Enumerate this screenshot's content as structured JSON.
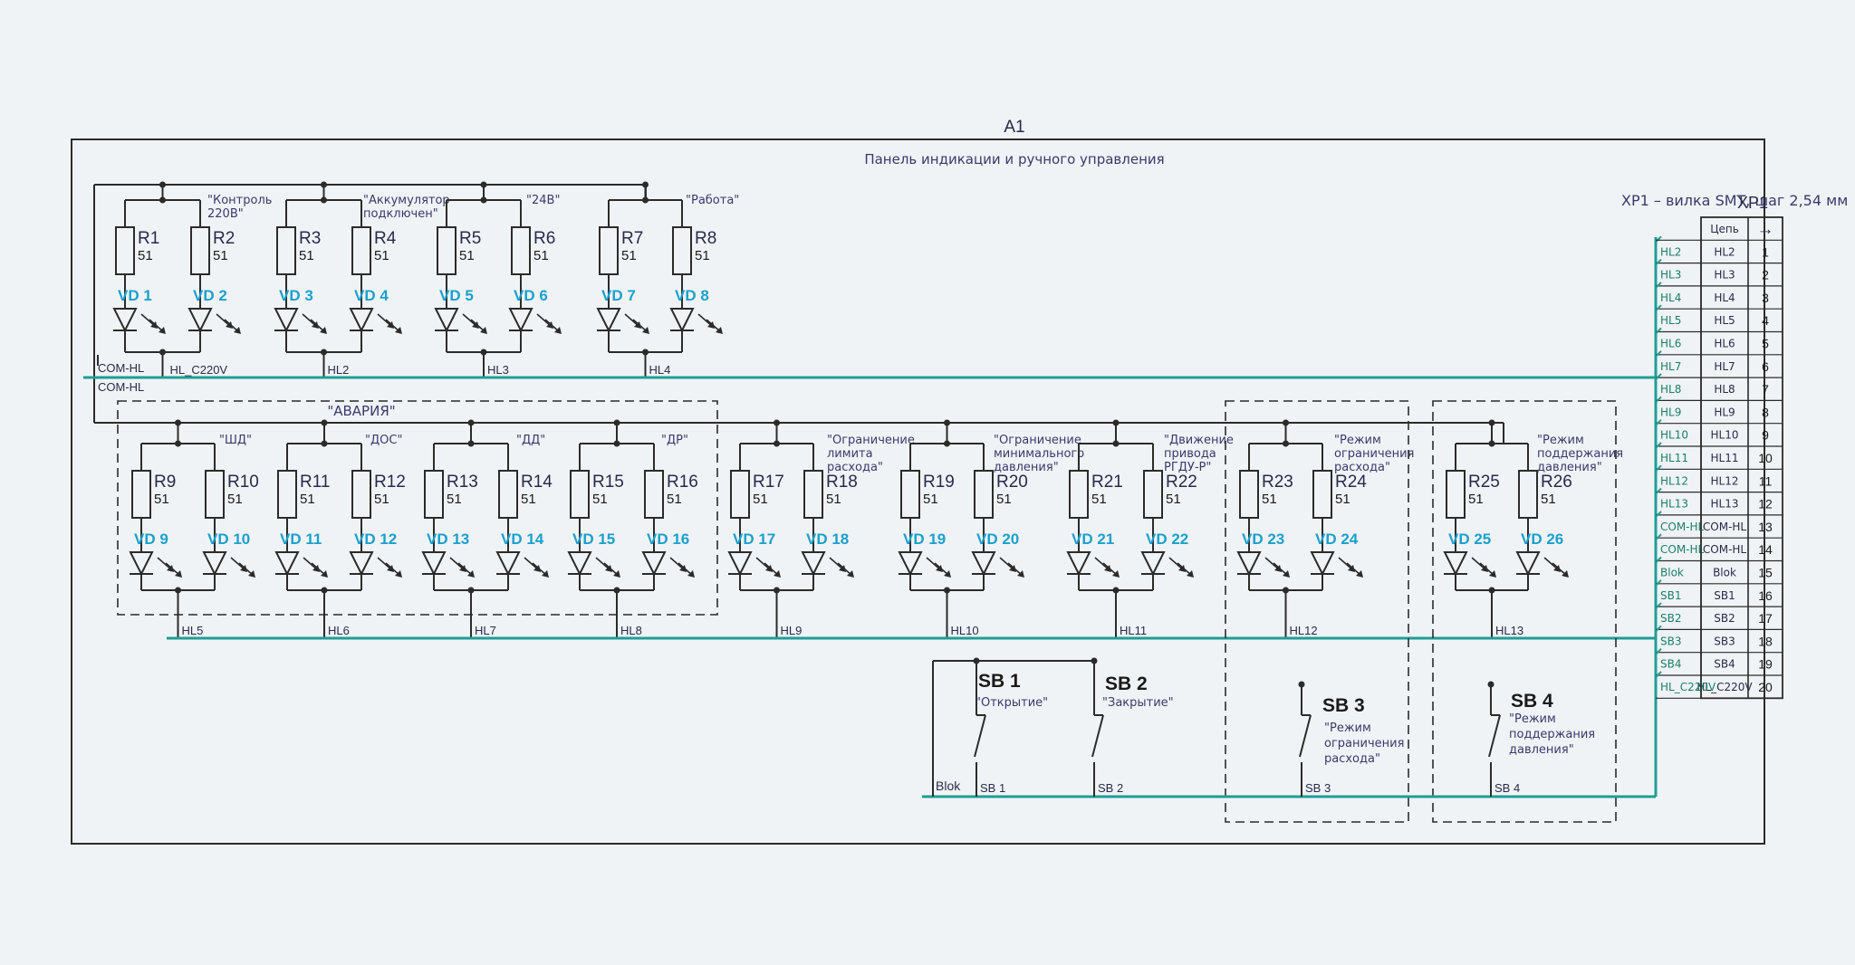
{
  "frame": {
    "designator": "A1",
    "title": "Панель индикации и ручного управления"
  },
  "connector": {
    "caption": "XP1 – вилка SMT, шаг 2,54 мм",
    "name": "XP1",
    "header": {
      "signal": "Цепь",
      "arrow": "→"
    },
    "pins": [
      {
        "num": "1",
        "signal": "HL2"
      },
      {
        "num": "2",
        "signal": "HL3"
      },
      {
        "num": "3",
        "signal": "HL4"
      },
      {
        "num": "4",
        "signal": "HL5"
      },
      {
        "num": "5",
        "signal": "HL6"
      },
      {
        "num": "6",
        "signal": "HL7"
      },
      {
        "num": "7",
        "signal": "HL8"
      },
      {
        "num": "8",
        "signal": "HL9"
      },
      {
        "num": "9",
        "signal": "HL10"
      },
      {
        "num": "10",
        "signal": "HL11"
      },
      {
        "num": "11",
        "signal": "HL12"
      },
      {
        "num": "12",
        "signal": "HL13"
      },
      {
        "num": "13",
        "signal": "COM-HL"
      },
      {
        "num": "14",
        "signal": "COM-HL"
      },
      {
        "num": "15",
        "signal": "Blok"
      },
      {
        "num": "16",
        "signal": "SB1"
      },
      {
        "num": "17",
        "signal": "SB2"
      },
      {
        "num": "18",
        "signal": "SB3"
      },
      {
        "num": "19",
        "signal": "SB4"
      },
      {
        "num": "20",
        "signal": "HL_C220V"
      }
    ]
  },
  "top_row": {
    "groups": [
      {
        "label": [
          "\"Контроль",
          "220В\""
        ],
        "r": [
          "R1",
          "R2"
        ],
        "val": [
          "51",
          "51"
        ],
        "vd": [
          "VD 1",
          "VD 2"
        ],
        "net": "HL_C220V"
      },
      {
        "label": [
          "\"Аккумулятор",
          "подключен\""
        ],
        "r": [
          "R3",
          "R4"
        ],
        "val": [
          "51",
          "51"
        ],
        "vd": [
          "VD 3",
          "VD 4"
        ],
        "net": "HL2"
      },
      {
        "label": [
          "\"24В\""
        ],
        "r": [
          "R5",
          "R6"
        ],
        "val": [
          "51",
          "51"
        ],
        "vd": [
          "VD 5",
          "VD 6"
        ],
        "net": "HL3"
      },
      {
        "label": [
          "\"Работа\""
        ],
        "r": [
          "R7",
          "R8"
        ],
        "val": [
          "51",
          "51"
        ],
        "vd": [
          "VD 7",
          "VD 8"
        ],
        "net": "HL4"
      }
    ],
    "com_label_top": "COM-HL",
    "com_label_bottom": "COM-HL"
  },
  "alarm_box_label": "\"АВАРИЯ\"",
  "bottom_row": {
    "groups": [
      {
        "label": [
          "\"ШД\""
        ],
        "r": [
          "R9",
          "R10"
        ],
        "val": [
          "51",
          "51"
        ],
        "vd": [
          "VD 9",
          "VD 10"
        ],
        "net": "HL5"
      },
      {
        "label": [
          "\"ДОС\""
        ],
        "r": [
          "R11",
          "R12"
        ],
        "val": [
          "51",
          "51"
        ],
        "vd": [
          "VD 11",
          "VD 12"
        ],
        "net": "HL6"
      },
      {
        "label": [
          "\"ДД\""
        ],
        "r": [
          "R13",
          "R14"
        ],
        "val": [
          "51",
          "51"
        ],
        "vd": [
          "VD 13",
          "VD 14"
        ],
        "net": "HL7"
      },
      {
        "label": [
          "\"ДР\""
        ],
        "r": [
          "R15",
          "R16"
        ],
        "val": [
          "51",
          "51"
        ],
        "vd": [
          "VD 15",
          "VD 16"
        ],
        "net": "HL8"
      },
      {
        "label": [
          "\"Ограничение",
          "лимита",
          "расхода\""
        ],
        "r": [
          "R17",
          "R18"
        ],
        "val": [
          "51",
          "51"
        ],
        "vd": [
          "VD 17",
          "VD 18"
        ],
        "net": "HL9"
      },
      {
        "label": [
          "\"Ограничение",
          "минимального",
          "давления\""
        ],
        "r": [
          "R19",
          "R20"
        ],
        "val": [
          "51",
          "51"
        ],
        "vd": [
          "VD 19",
          "VD 20"
        ],
        "net": "HL10"
      },
      {
        "label": [
          "\"Движение",
          "привода",
          "РГДУ-Р\""
        ],
        "r": [
          "R21",
          "R22"
        ],
        "val": [
          "51",
          "51"
        ],
        "vd": [
          "VD 21",
          "VD 22"
        ],
        "net": "HL11"
      },
      {
        "label": [
          "\"Режим",
          "ограничения",
          "расхода\""
        ],
        "r": [
          "R23",
          "R24"
        ],
        "val": [
          "51",
          "51"
        ],
        "vd": [
          "VD 23",
          "VD 24"
        ],
        "net": "HL12"
      },
      {
        "label": [
          "\"Режим",
          "поддержания",
          "давления\""
        ],
        "r": [
          "R25",
          "R26"
        ],
        "val": [
          "51",
          "51"
        ],
        "vd": [
          "VD 25",
          "VD 26"
        ],
        "net": "HL13"
      }
    ]
  },
  "switches": {
    "blok_label": "Blok",
    "items": [
      {
        "name": "SB 1",
        "label": [
          "\"Открытие\""
        ],
        "net": "SB 1"
      },
      {
        "name": "SB 2",
        "label": [
          "\"Закрытие\""
        ],
        "net": "SB 2"
      },
      {
        "name": "SB 3",
        "label": [
          "\"Режим",
          "ограничения",
          "расхода\""
        ],
        "net": "SB 3"
      },
      {
        "name": "SB 4",
        "label": [
          "\"Режим",
          "поддержания",
          "давления\""
        ],
        "net": "SB 4"
      }
    ]
  },
  "colors": {
    "bus": "#1f9e95",
    "wire": "#2b2b2b",
    "vd": "#1aa0cc",
    "pin_label": "#1c7f66"
  }
}
